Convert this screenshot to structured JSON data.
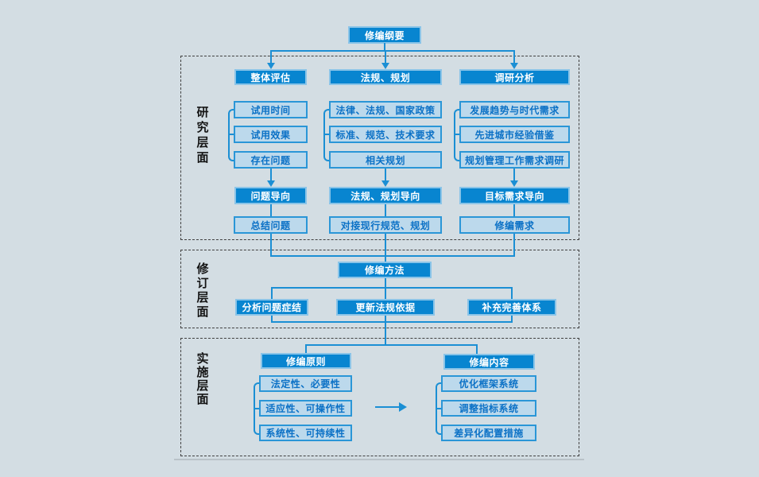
{
  "root": {
    "label": "修编纲要"
  },
  "sections": {
    "research": {
      "label": "研究层面",
      "columns": [
        {
          "header": "整体评估",
          "items": [
            "试用时间",
            "试用效果",
            "存在问题"
          ],
          "orientation": "问题导向",
          "output": "总结问题"
        },
        {
          "header": "法规、规划",
          "items": [
            "法律、法规、国家政策",
            "标准、规范、技术要求",
            "相关规划"
          ],
          "orientation": "法规、规划导向",
          "output": "对接现行规范、规划"
        },
        {
          "header": "调研分析",
          "items": [
            "发展趋势与时代需求",
            "先进城市经验借鉴",
            "规划管理工作需求调研"
          ],
          "orientation": "目标需求导向",
          "output": "修编需求"
        }
      ]
    },
    "revision": {
      "label": "修订层面",
      "method": "修编方法",
      "actions": [
        "分析问题症结",
        "更新法规依据",
        "补充完善体系"
      ]
    },
    "implementation": {
      "label": "实施层面",
      "principles": {
        "header": "修编原则",
        "items": [
          "法定性、必要性",
          "适应性、可操作性",
          "系统性、可持续性"
        ]
      },
      "contents": {
        "header": "修编内容",
        "items": [
          "优化框架系统",
          "调整指标系统",
          "差异化配置措施"
        ]
      }
    }
  },
  "colors": {
    "background": "#d3dde3",
    "dark_box_fill": "#0885d0",
    "dark_box_border": "#8ac4e8",
    "dark_box_text": "#ffffff",
    "light_box_fill": "#bcd9ec",
    "light_box_border": "#2a96d7",
    "light_box_text": "#0b71c6",
    "connector": "#1b8fd4",
    "section_border": "#3f3f3f"
  }
}
